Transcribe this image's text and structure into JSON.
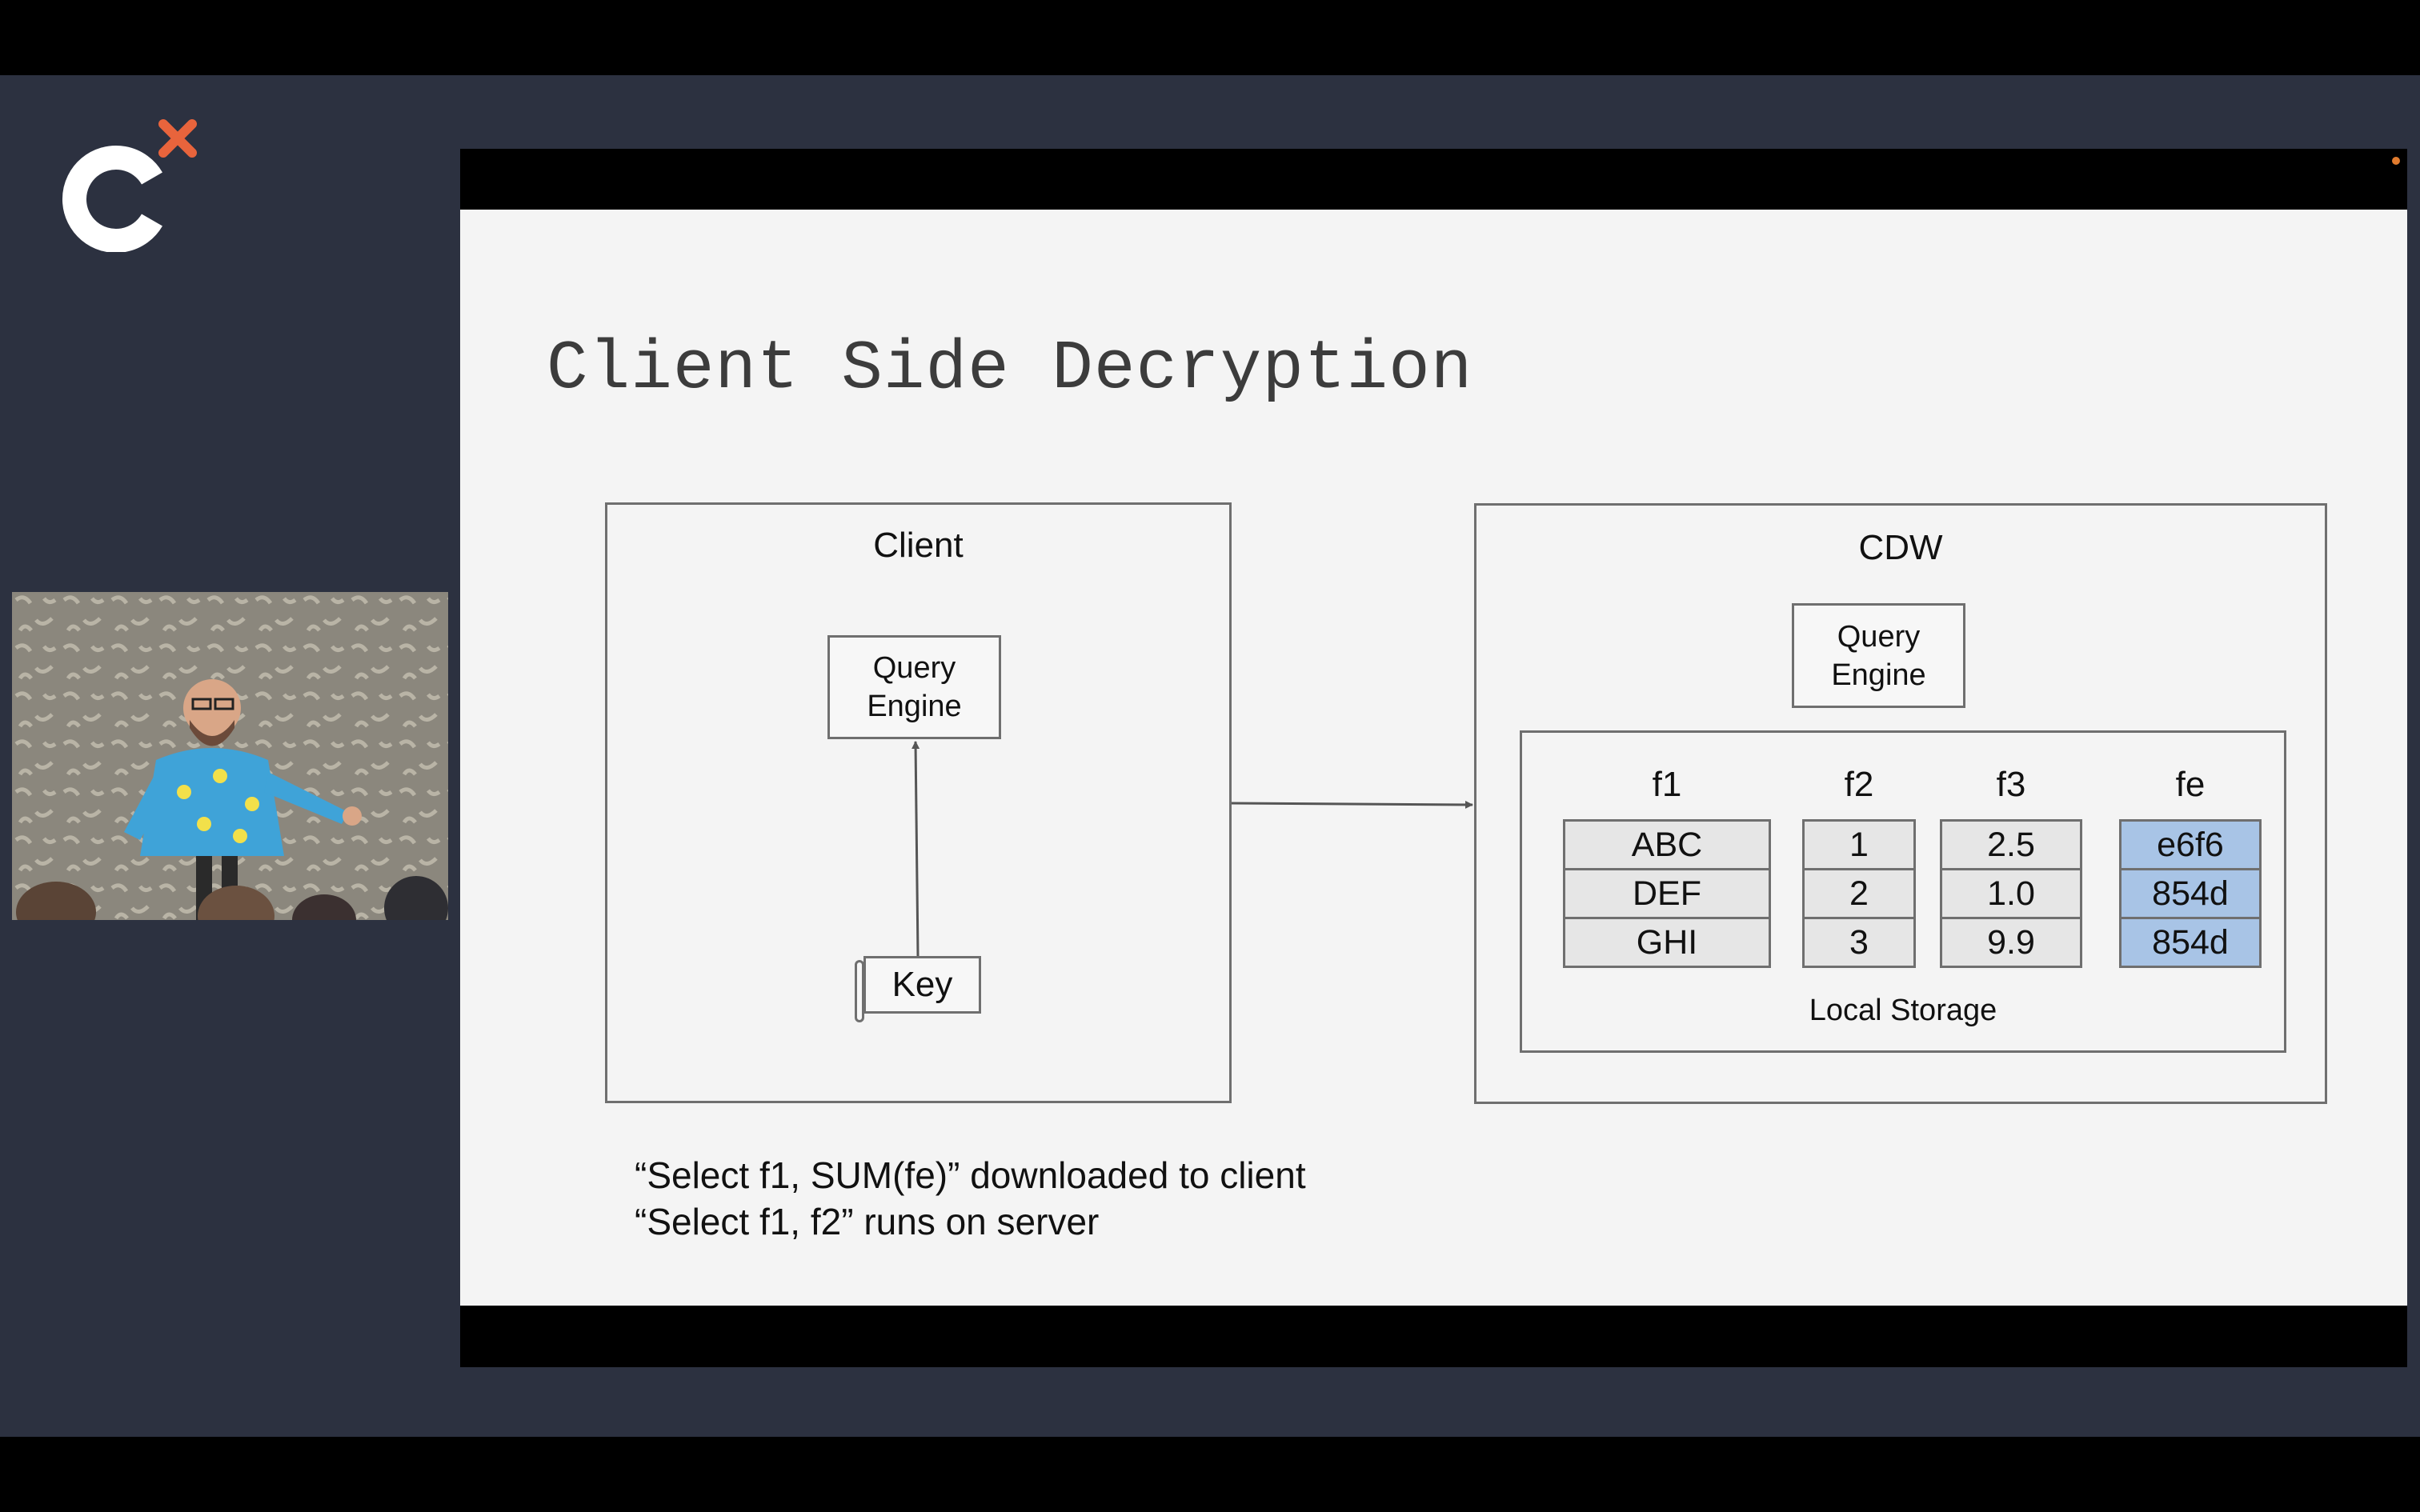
{
  "brand": {
    "accent": "#e8643c",
    "stage_bg": "#2c3140"
  },
  "slide": {
    "title": "Client Side Decryption",
    "client": {
      "title": "Client",
      "engine_label": "Query\nEngine",
      "key_label": "Key"
    },
    "cdw": {
      "title": "CDW",
      "engine_label": "Query\nEngine",
      "storage_label": "Local Storage",
      "columns": [
        {
          "header": "f1",
          "values": [
            "ABC",
            "DEF",
            "GHI"
          ],
          "encrypted": false
        },
        {
          "header": "f2",
          "values": [
            "1",
            "2",
            "3"
          ],
          "encrypted": false
        },
        {
          "header": "f3",
          "values": [
            "2.5",
            "1.0",
            "9.9"
          ],
          "encrypted": false
        },
        {
          "header": "fe",
          "values": [
            "e6f6",
            "854d",
            "854d"
          ],
          "encrypted": true
        }
      ],
      "encrypted_color": "#a8c4e6"
    },
    "captions": [
      "“Select f1, SUM(fe)” downloaded to client",
      "“Select f1, f2” runs on server"
    ]
  }
}
